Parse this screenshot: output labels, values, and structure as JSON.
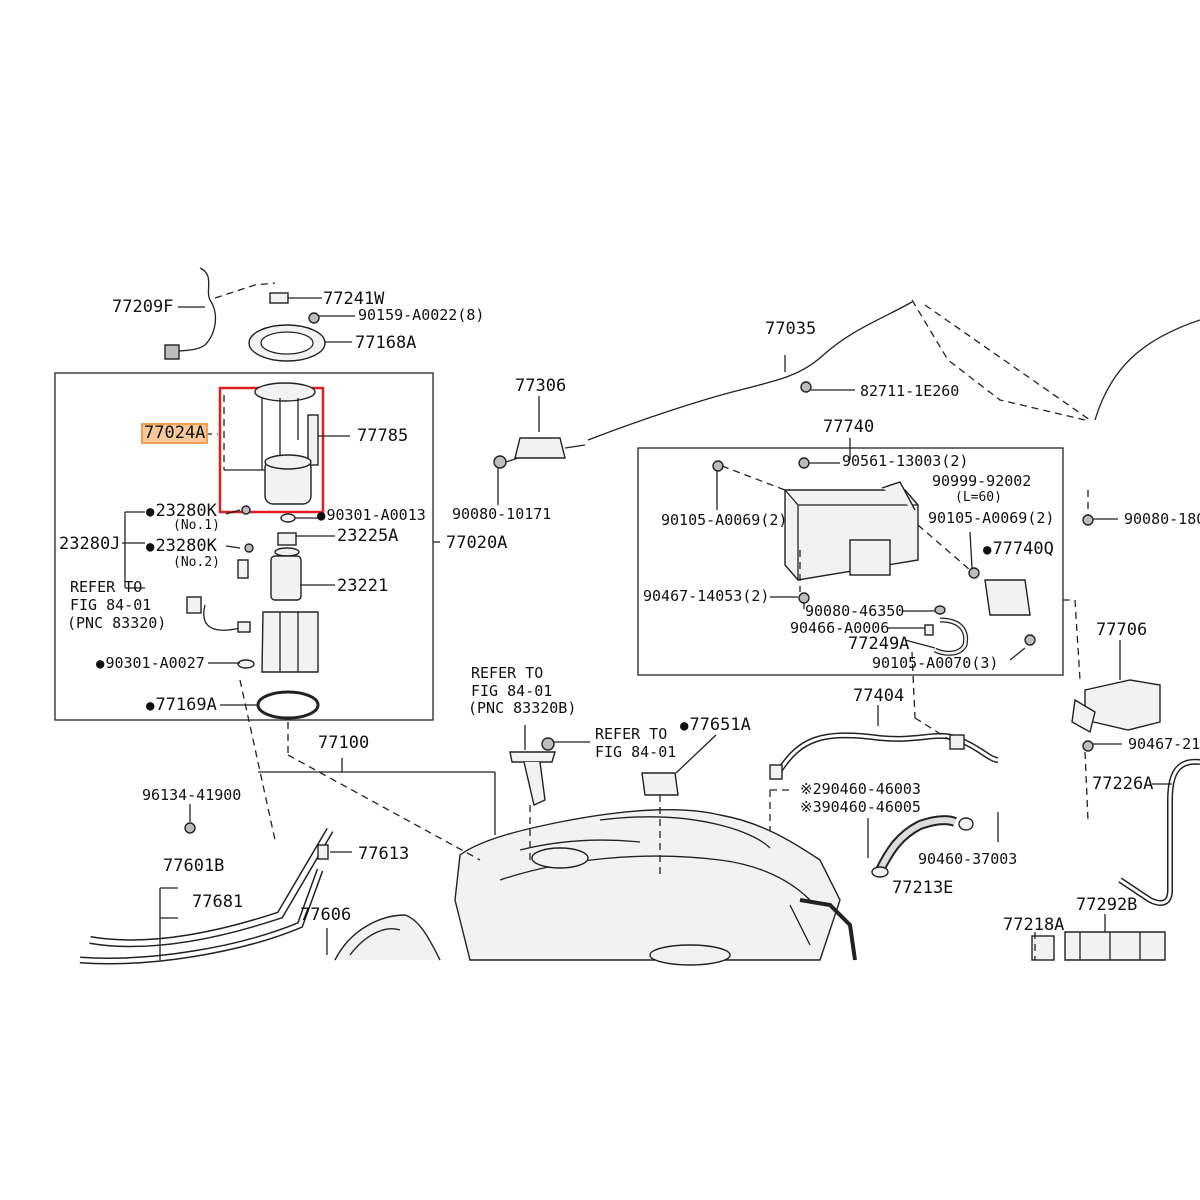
{
  "highlight_color": "#e02020",
  "label_highlight_color": "#f7c99a",
  "labels": {
    "l77209F": "77209F",
    "l77241W": "77241W",
    "l90159": "90159-A0022(8)",
    "l77168A": "77168A",
    "l77024A": "77024A",
    "l77785": "77785",
    "l23280K_1": "23280K",
    "no1": "(No.1)",
    "l90301_13": "90301-A0013",
    "l23280J": "23280J",
    "l23280K_2": "23280K",
    "no2": "(No.2)",
    "l23225A": "23225A",
    "l77020A": "77020A",
    "refer1a": "REFER TO",
    "refer1b": "FIG 84-01",
    "refer1c": "(PNC 83320)",
    "l23221": "23221",
    "l90301_27": "90301-A0027",
    "l77169A": "77169A",
    "l77306": "77306",
    "l90080_10171": "90080-10171",
    "l77035": "77035",
    "l82711": "82711-1E260",
    "l77740": "77740",
    "l90561": "90561-13003(2)",
    "l90999": "90999-92002",
    "l60": "(L=60)",
    "l90105_69a": "90105-A0069(2)",
    "l90105_69b": "90105-A0069(2)",
    "l90080_180": "90080-180",
    "l77740Q": "77740Q",
    "l90467_14053": "90467-14053(2)",
    "l90080_46350": "90080-46350",
    "l90466": "90466-A0006",
    "l77249A": "77249A",
    "l90105_70": "90105-A0070(3)",
    "l77706": "77706",
    "refer2a": "REFER TO",
    "refer2b": "FIG 84-01",
    "refer2c": "(PNC 83320B)",
    "refer3a": "REFER TO",
    "refer3b": "FIG 84-01",
    "l77651A": "77651A",
    "l77404": "77404",
    "l90467_21": "90467-21",
    "l77226A": "77226A",
    "l77100": "77100",
    "l96134": "96134-41900",
    "l77613": "77613",
    "l77601B": "77601B",
    "l77681": "77681",
    "l77606": "77606",
    "l90460_46003": "※290460-46003",
    "l90460_46005": "※390460-46005",
    "l90460_37003": "90460-37003",
    "l77213E": "77213E",
    "l77218A": "77218A",
    "l77292B": "77292B"
  }
}
